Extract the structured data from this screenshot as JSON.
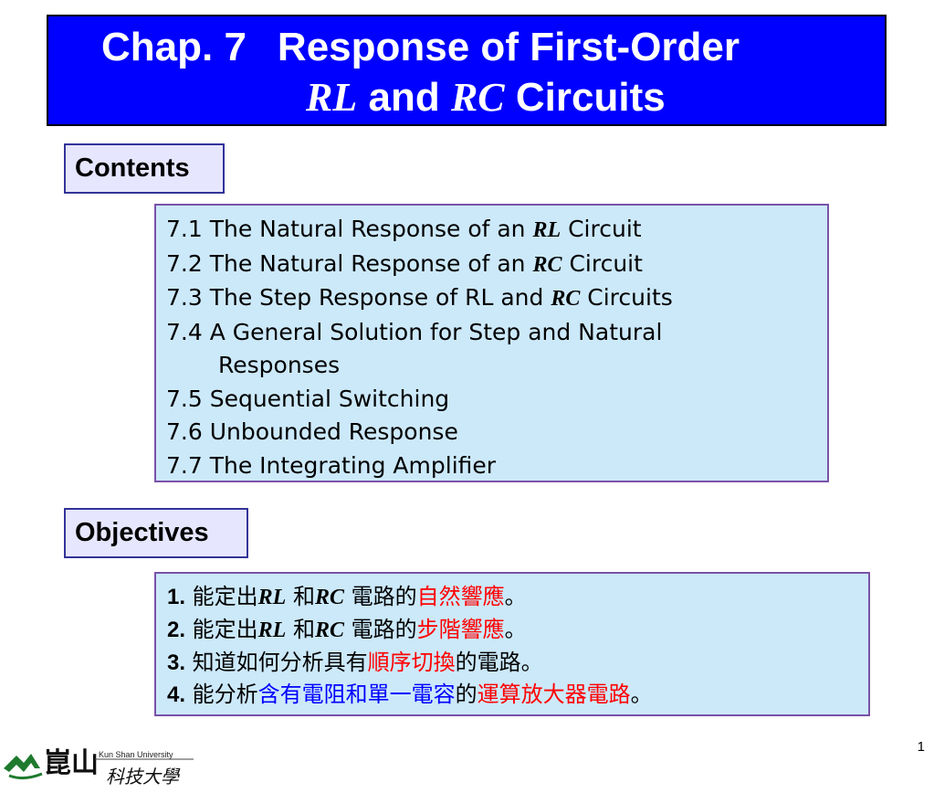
{
  "title": {
    "line1_chap": "Chap. 7",
    "line1_text": "Response of First-Order",
    "line2_rl": "RL",
    "line2_and": "and",
    "line2_rc": "RC",
    "line2_circuits": "Circuits"
  },
  "contents": {
    "label": "Contents",
    "items": [
      {
        "pre": "7.1 The Natural Response of an ",
        "it": "RL",
        "post": " Circuit"
      },
      {
        "pre": "7.2 The Natural Response of an ",
        "it": "RC",
        "post": " Circuit"
      },
      {
        "pre": "7.3 The Step Response of RL and ",
        "it": "RC",
        "post": " Circuits"
      },
      {
        "pre": "7.4 A General Solution for Step and Natural",
        "it": "",
        "post": ""
      },
      {
        "pre": "Responses",
        "it": "",
        "post": ""
      },
      {
        "pre": "7.5 Sequential Switching",
        "it": "",
        "post": ""
      },
      {
        "pre": "7.6 Unbounded Response",
        "it": "",
        "post": ""
      },
      {
        "pre": "7.7 The Integrating Amplifier",
        "it": "",
        "post": ""
      }
    ]
  },
  "objectives": {
    "label": "Objectives",
    "items": [
      {
        "num": "1.",
        "a": " 能定出",
        "rl": "RL",
        "b": " 和",
        "rc": "RC",
        "c": " 電路的",
        "red": "自然響應",
        "d": "。"
      },
      {
        "num": "2.",
        "a": " 能定出",
        "rl": "RL",
        "b": " 和",
        "rc": "RC",
        "c": " 電路的",
        "red": "步階響應",
        "d": "。"
      },
      {
        "num": "3.",
        "a": " 知道如何分析具有",
        "red": "順序切換",
        "d": "的電路。"
      },
      {
        "num": "4.",
        "a": " 能分析",
        "blue": "含有電阻和單一電容",
        "c": "的",
        "red": "運算放大器電路",
        "d": "。"
      }
    ]
  },
  "footer": {
    "page_number": "1",
    "university": "Kun Shan University",
    "logo_chars": "崑山科技大學"
  },
  "colors": {
    "title_bg": "#0000ff",
    "label_bg": "#e6e6ff",
    "list_bg": "#cce9fa",
    "highlight_red": "#ff0000",
    "highlight_blue": "#0000ff"
  }
}
